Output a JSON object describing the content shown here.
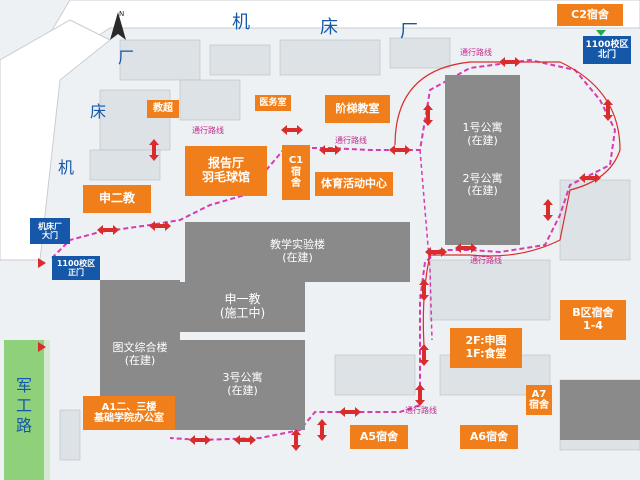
{
  "map": {
    "north_label": "N",
    "roads": {
      "top": [
        "机",
        "床",
        "厂"
      ],
      "left": [
        "机",
        "床",
        "厂"
      ],
      "bottom_left": [
        "军",
        "工",
        "路"
      ]
    },
    "route_label": "通行路线",
    "buildings": {
      "c2": "C2宿舍",
      "north_gate": "1100校区\n北门",
      "jiaochao": "教超",
      "yiwushi": "医务室",
      "jieti": "阶梯教室",
      "apt12": "1号公寓\n(在建)\n\n\n2号公寓\n(在建)",
      "baogao": "报告厅\n羽毛球馆",
      "c1": "C1\n宿\n舍",
      "tiyu": "体育活动中心",
      "shen2": "申二教",
      "jichuang_gate": "机床厂\n大门",
      "main_gate": "1100校区\n正门",
      "shiyan": "教学实验楼\n(在建)",
      "tuwen": "图文综合楼\n(在建)",
      "shen1": "申一教\n(施工中)",
      "apt3": "3号公寓\n(在建)",
      "canteen": "2F:申图\n1F:食堂",
      "b_dorm": "B区宿舍\n1-4",
      "a7": "A7\n宿舍",
      "a1": "A1二、三楼\n基础学院办公室",
      "a5": "A5宿舍",
      "a6": "A6宿舍"
    }
  }
}
